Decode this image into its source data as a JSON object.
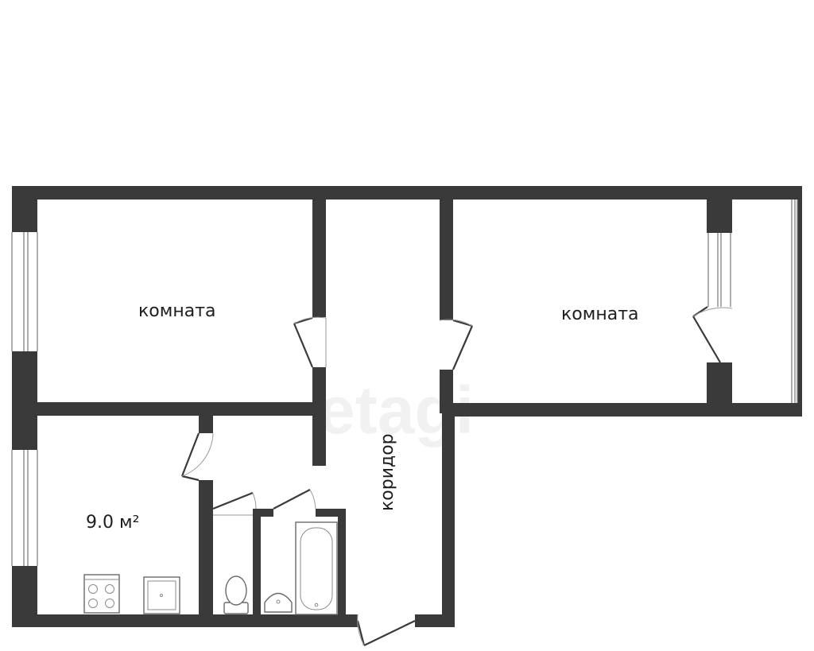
{
  "rooms": {
    "room_left_label": "комната",
    "room_right_label": "комната",
    "corridor_label": "коридор",
    "kitchen_area_label": "9.0 м²"
  },
  "watermark": "etagi",
  "colors": {
    "wall": "#3a3a3a",
    "background": "#ffffff",
    "text": "#1e1e1e"
  }
}
